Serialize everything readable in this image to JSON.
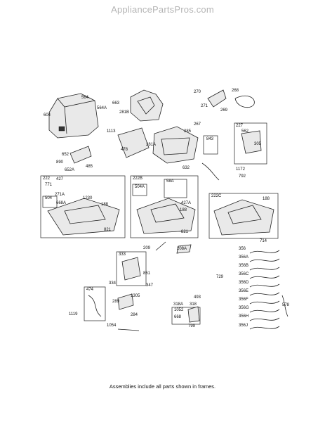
{
  "watermark": "AppliancePartsPros.com",
  "caption": "Assemblies include all parts shown in frames.",
  "labels": [
    "564",
    "663",
    "270",
    "268",
    "564A",
    "281B",
    "271",
    "269",
    "604",
    "267",
    "227",
    "1113",
    "285",
    "562",
    "478",
    "281A",
    "843",
    "305",
    "652",
    "890",
    "485",
    "652A",
    "632",
    "1172",
    "792",
    "222",
    "222B",
    "222C",
    "427",
    "58A",
    "771",
    "504A",
    "504",
    "271A",
    "1230",
    "188",
    "668A",
    "427A",
    "188",
    "188",
    "821",
    "821",
    "714",
    "209",
    "208A",
    "356",
    "333",
    "356A",
    "356B",
    "851",
    "356C",
    "334",
    "729",
    "347",
    "356D",
    "356E",
    "474",
    "1305",
    "493",
    "356F",
    "578",
    "289",
    "318A",
    "318",
    "356G",
    "1119",
    "1052",
    "668",
    "284",
    "356H",
    "1054",
    "799",
    "356J"
  ]
}
